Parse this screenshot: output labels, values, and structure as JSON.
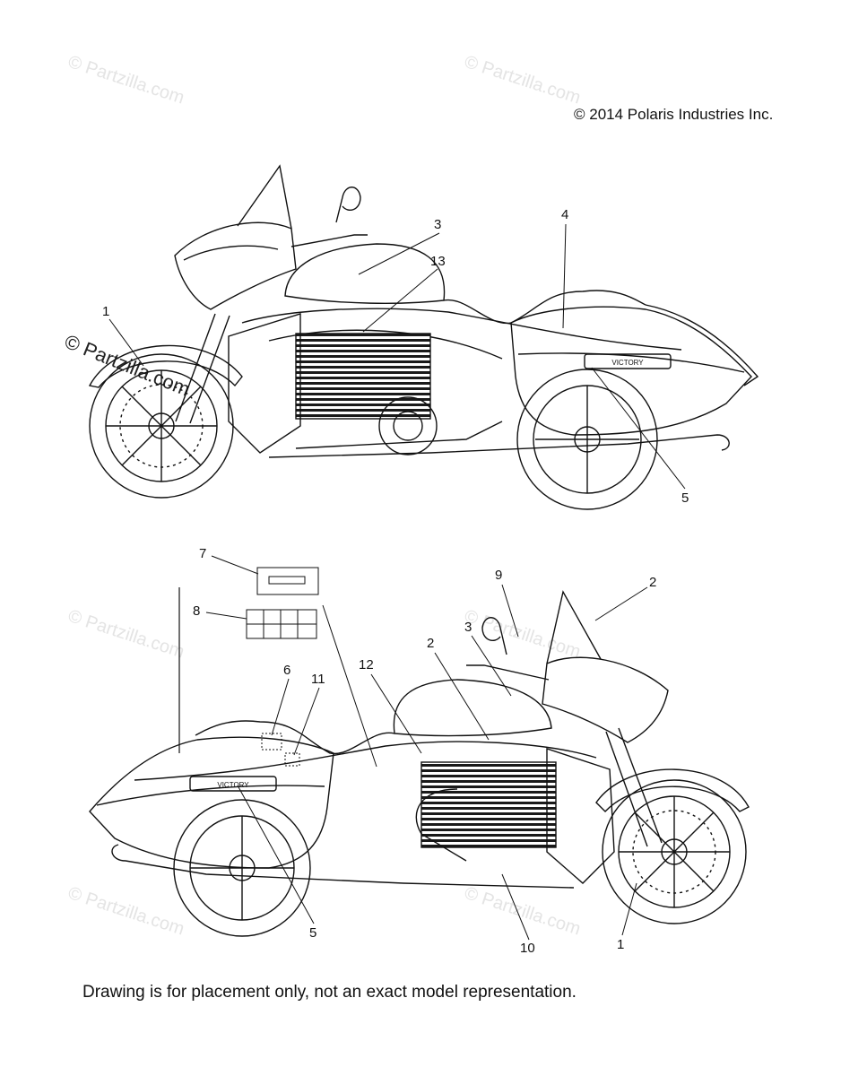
{
  "copyright": "© 2014 Polaris Industries Inc.",
  "footer_note": "Drawing is for placement only, not an exact model representation.",
  "watermark": "© Partzilla.com",
  "top_view_callouts": [
    "1",
    "3",
    "13",
    "4",
    "5"
  ],
  "bottom_view_callouts": [
    "7",
    "8",
    "6",
    "11",
    "12",
    "2",
    "3",
    "9",
    "2",
    "5",
    "10",
    "1"
  ],
  "tank_badge": "VICTORY"
}
